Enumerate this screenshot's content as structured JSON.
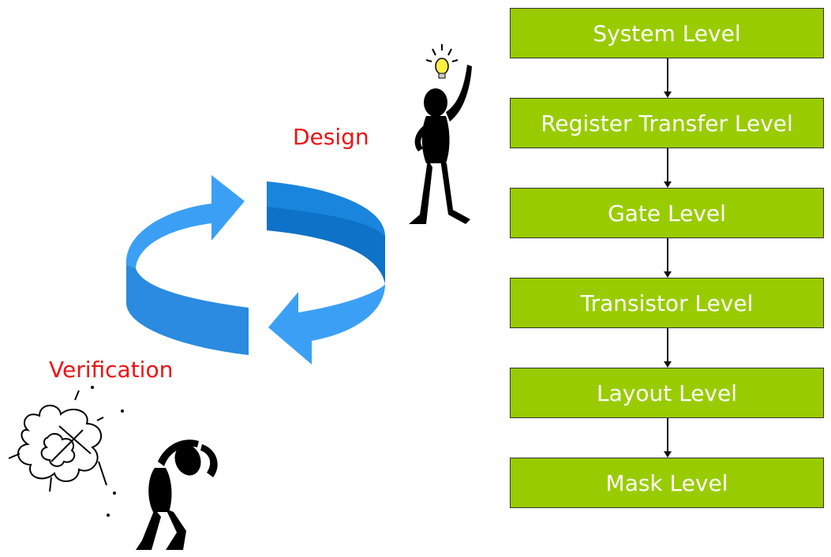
{
  "colors": {
    "box_fill": "#99cc00",
    "box_text": "#ffffff",
    "label_red": "#ee1111",
    "arrow_light": "#3399ff",
    "arrow_dark": "#0a6fc2"
  },
  "cycle": {
    "design_label": "Design",
    "verification_label": "Verification"
  },
  "icons": {
    "cycle": "circular-arrows-icon",
    "designer": "stick-figure-with-lightbulb-icon",
    "verifier": "stick-figure-frustrated-icon",
    "explosion": "explosion-cloud-icon"
  },
  "levels": [
    {
      "label": "System Level"
    },
    {
      "label": "Register Transfer Level"
    },
    {
      "label": "Gate Level"
    },
    {
      "label": "Transistor Level"
    },
    {
      "label": "Layout Level"
    },
    {
      "label": "Mask Level"
    }
  ]
}
